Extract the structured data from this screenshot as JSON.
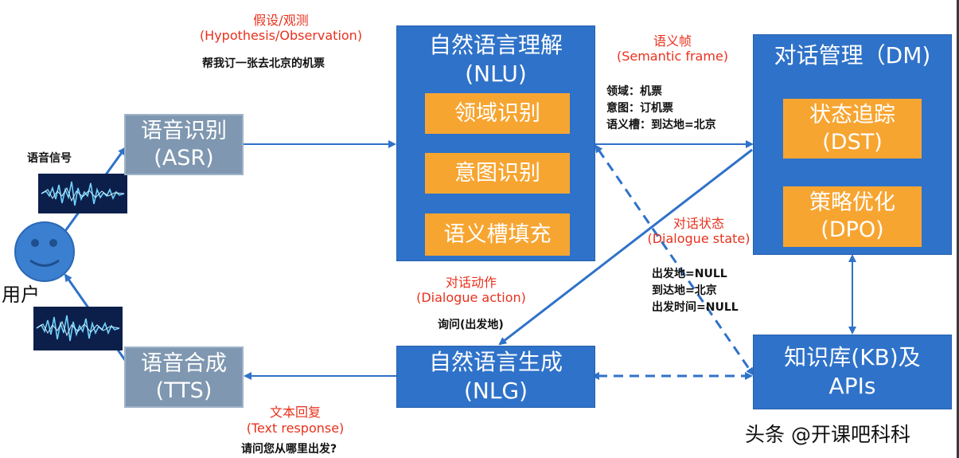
{
  "asr": {
    "title": "语音识别",
    "abbr": "(ASR)"
  },
  "tts": {
    "title": "语音合成",
    "abbr": "(TTS)"
  },
  "nlu": {
    "title": "自然语言理解",
    "abbr": "(NLU)",
    "steps": [
      "领域识别",
      "意图识别",
      "语义槽填充"
    ]
  },
  "nlg": {
    "title": "自然语言生成",
    "abbr": "(NLG)"
  },
  "dm": {
    "title": "对话管理（DM)",
    "steps": [
      {
        "name": "状态追踪",
        "abbr": "(DST)"
      },
      {
        "name": "策略优化",
        "abbr": "(DPO)"
      }
    ]
  },
  "kb": {
    "title": "知识库(KB)及",
    "sub": "APIs"
  },
  "user": {
    "label": "用户"
  },
  "signal": {
    "label": "语音信号"
  },
  "hypothesis": {
    "zh": "假设/观测",
    "en": "(Hypothesis/Observation)",
    "example": "帮我订一张去北京的机票"
  },
  "semantic": {
    "zh": "语义帧",
    "en": "(Semantic frame)",
    "lines": [
      "领域：机票",
      "意图：订机票",
      "语义槽：到达地=北京"
    ]
  },
  "state": {
    "zh": "对话状态",
    "en": "(Dialogue state)",
    "lines": [
      "出发地=NULL",
      "到达地=北京",
      "出发时间=NULL"
    ]
  },
  "action": {
    "zh": "对话动作",
    "en": "(Dialogue action)",
    "example": "询问(出发地)"
  },
  "response": {
    "zh": "文本回复",
    "en": "(Text response)",
    "example": "请问您从哪里出发?"
  },
  "watermark": {
    "text": "头条 @开课吧科科"
  },
  "colors": {
    "blue": "#2f72c9",
    "orange": "#f7a531",
    "gray": "#7f97b0",
    "red": "#e8311d",
    "arrow": "#2f72c9"
  }
}
